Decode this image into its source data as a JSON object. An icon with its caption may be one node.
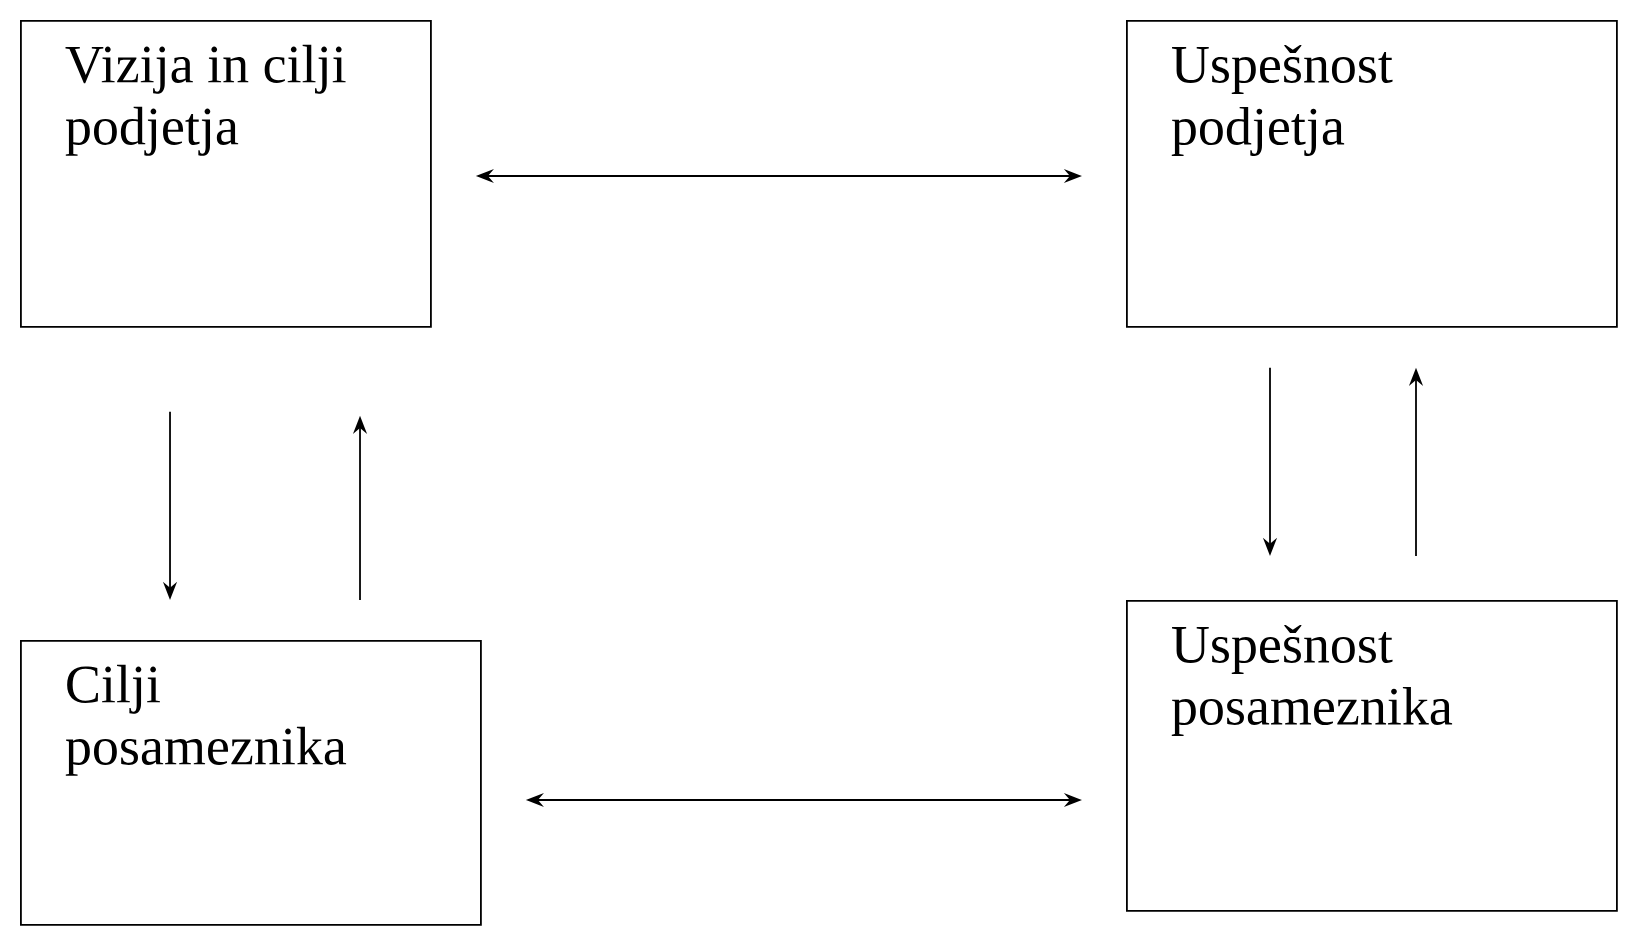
{
  "diagram": {
    "nodes": [
      {
        "text": [
          "Vizija in cilji podjetja"
        ]
      },
      {
        "text": [
          "Uspešnost podjetja"
        ]
      },
      {
        "text": [
          "Cilji posameznika"
        ]
      },
      {
        "text": [
          "Uspešnost posameznika"
        ]
      }
    ],
    "edges": [
      {
        "from": 0,
        "to": 1,
        "arrow": "both"
      },
      {
        "from": 0,
        "to": 2,
        "arrow": "to"
      },
      {
        "from": 2,
        "to": 0,
        "arrow": "to"
      },
      {
        "from": 1,
        "to": 3,
        "arrow": "to"
      },
      {
        "from": 3,
        "to": 1,
        "arrow": "to"
      },
      {
        "from": 2,
        "to": 3,
        "arrow": "both"
      }
    ]
  }
}
